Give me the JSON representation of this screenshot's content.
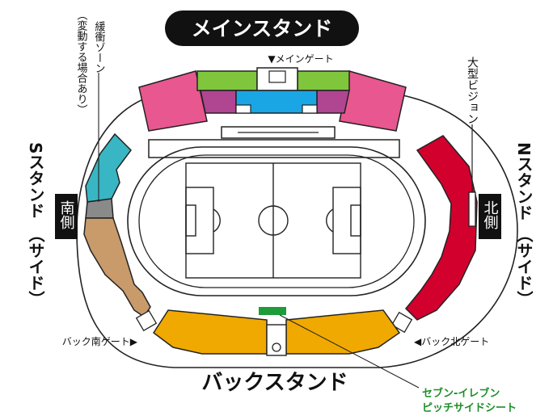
{
  "main_stand": {
    "label": "メインスタンド"
  },
  "main_gate": {
    "label": "▼メインゲート"
  },
  "buffer_zone": {
    "line1": "緩衝ゾーン",
    "line2": "（変動する場合あり）"
  },
  "big_screen": {
    "label": "大型ビジョン"
  },
  "s_stand": {
    "line1": "Sスタンド",
    "line2": "（サイド）"
  },
  "n_stand": {
    "line1": "Nスタンド",
    "line2": "（サイド）"
  },
  "south_badge": {
    "label": "南側"
  },
  "north_badge": {
    "label": "北側"
  },
  "back_south_gate": {
    "label": "バック南ゲート▶"
  },
  "back_north_gate": {
    "label": "◀バック北ゲート"
  },
  "back_stand": {
    "label": "バックスタンド"
  },
  "pitch_side_seat": {
    "line1": "セブン-イレブン",
    "line2": "ピッチサイドシート"
  },
  "colors": {
    "main_pink": "#e8578f",
    "main_green": "#7fc63c",
    "main_purple": "#b04592",
    "main_blue": "#1aa6e4",
    "n_stand_red": "#d2002d",
    "s_stand_teal": "#39b6c4",
    "s_stand_tan": "#c99a6a",
    "buffer_gray": "#8a8a8a",
    "back_orange": "#f0a900",
    "pitch_side_green": "#1f9c3a"
  }
}
